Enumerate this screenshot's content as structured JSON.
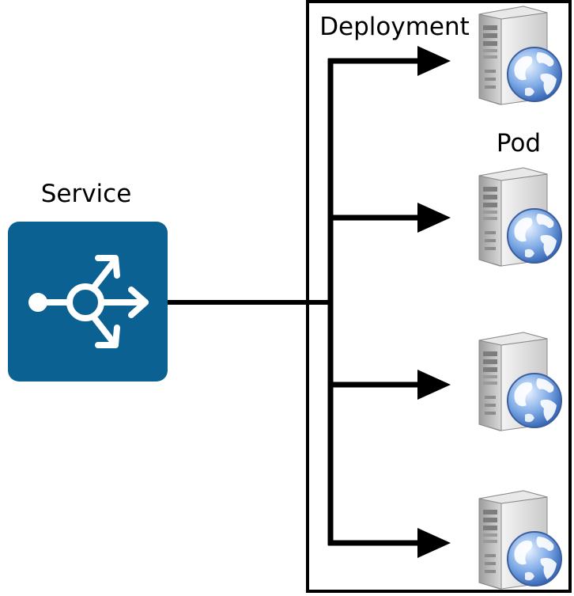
{
  "service": {
    "label": "Service",
    "icon": "load-balancer-icon",
    "color": "#0b6191"
  },
  "deployment": {
    "label": "Deployment"
  },
  "pod": {
    "label": "Pod",
    "icon": "web-server-icon",
    "count": 4
  },
  "colors": {
    "lines": "#000000",
    "globe": "#4a7fd0",
    "server": "#d8d8d8"
  }
}
